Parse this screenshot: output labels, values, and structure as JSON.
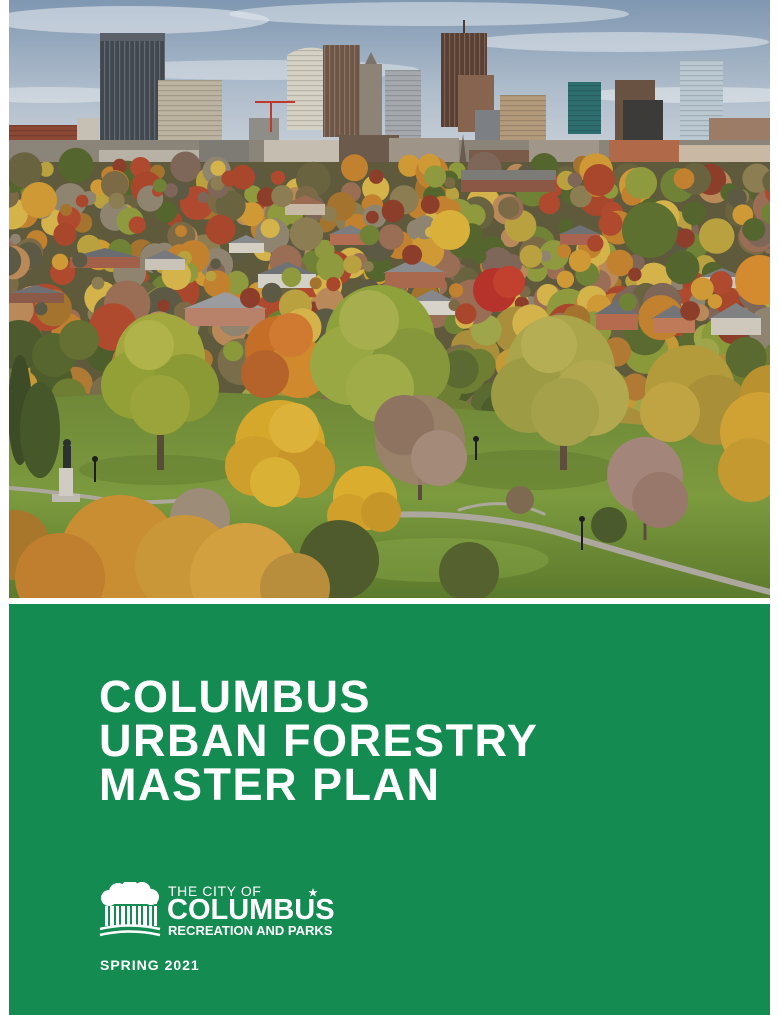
{
  "cover": {
    "title_lines": [
      "COLUMBUS",
      "URBAN FORESTRY",
      "MASTER PLAN"
    ],
    "logo": {
      "icon": "tree-grove-icon",
      "accent_icon": "star-accent-icon",
      "line1": "THE CITY OF",
      "line2": "COLUMBUS",
      "line3": "RECREATION AND PARKS"
    },
    "date": "SPRING 2021"
  },
  "colors": {
    "panel_green": "#138b51",
    "text": "#ffffff"
  }
}
